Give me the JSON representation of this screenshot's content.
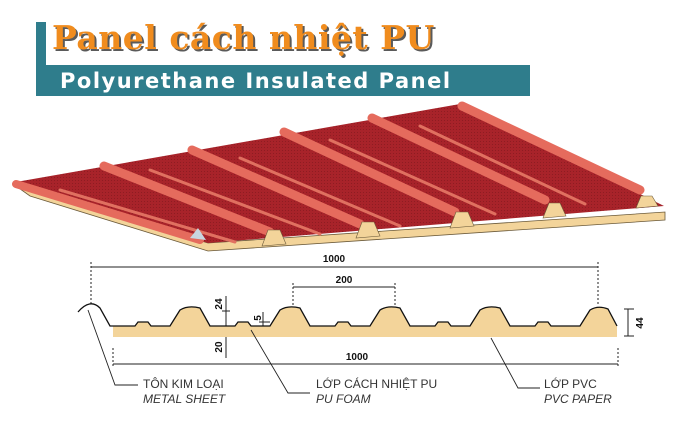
{
  "header": {
    "title_vietnamese": "Panel cách nhiệt PU",
    "title_english": "Polyurethane Insulated Panel"
  },
  "colors": {
    "teal": "#2f7d8c",
    "title_orange": "#f08c1e",
    "metal_red": "#b3262c",
    "metal_highlight": "#e06a5e",
    "foam": "#f3d49a"
  },
  "drawing": {
    "dimensions": {
      "overall_width_top": "1000",
      "rib_pitch": "200",
      "rib_height": "24",
      "small_rib_height": "5",
      "foam_thickness": "20",
      "total_thickness": "44",
      "overall_width_bottom": "1000"
    },
    "labels": [
      {
        "vn": "TÔN KIM LOẠI",
        "en": "METAL SHEET"
      },
      {
        "vn": "LỚP CÁCH NHIỆT PU",
        "en": "PU FOAM"
      },
      {
        "vn": "LỚP PVC",
        "en": "PVC PAPER"
      }
    ]
  }
}
